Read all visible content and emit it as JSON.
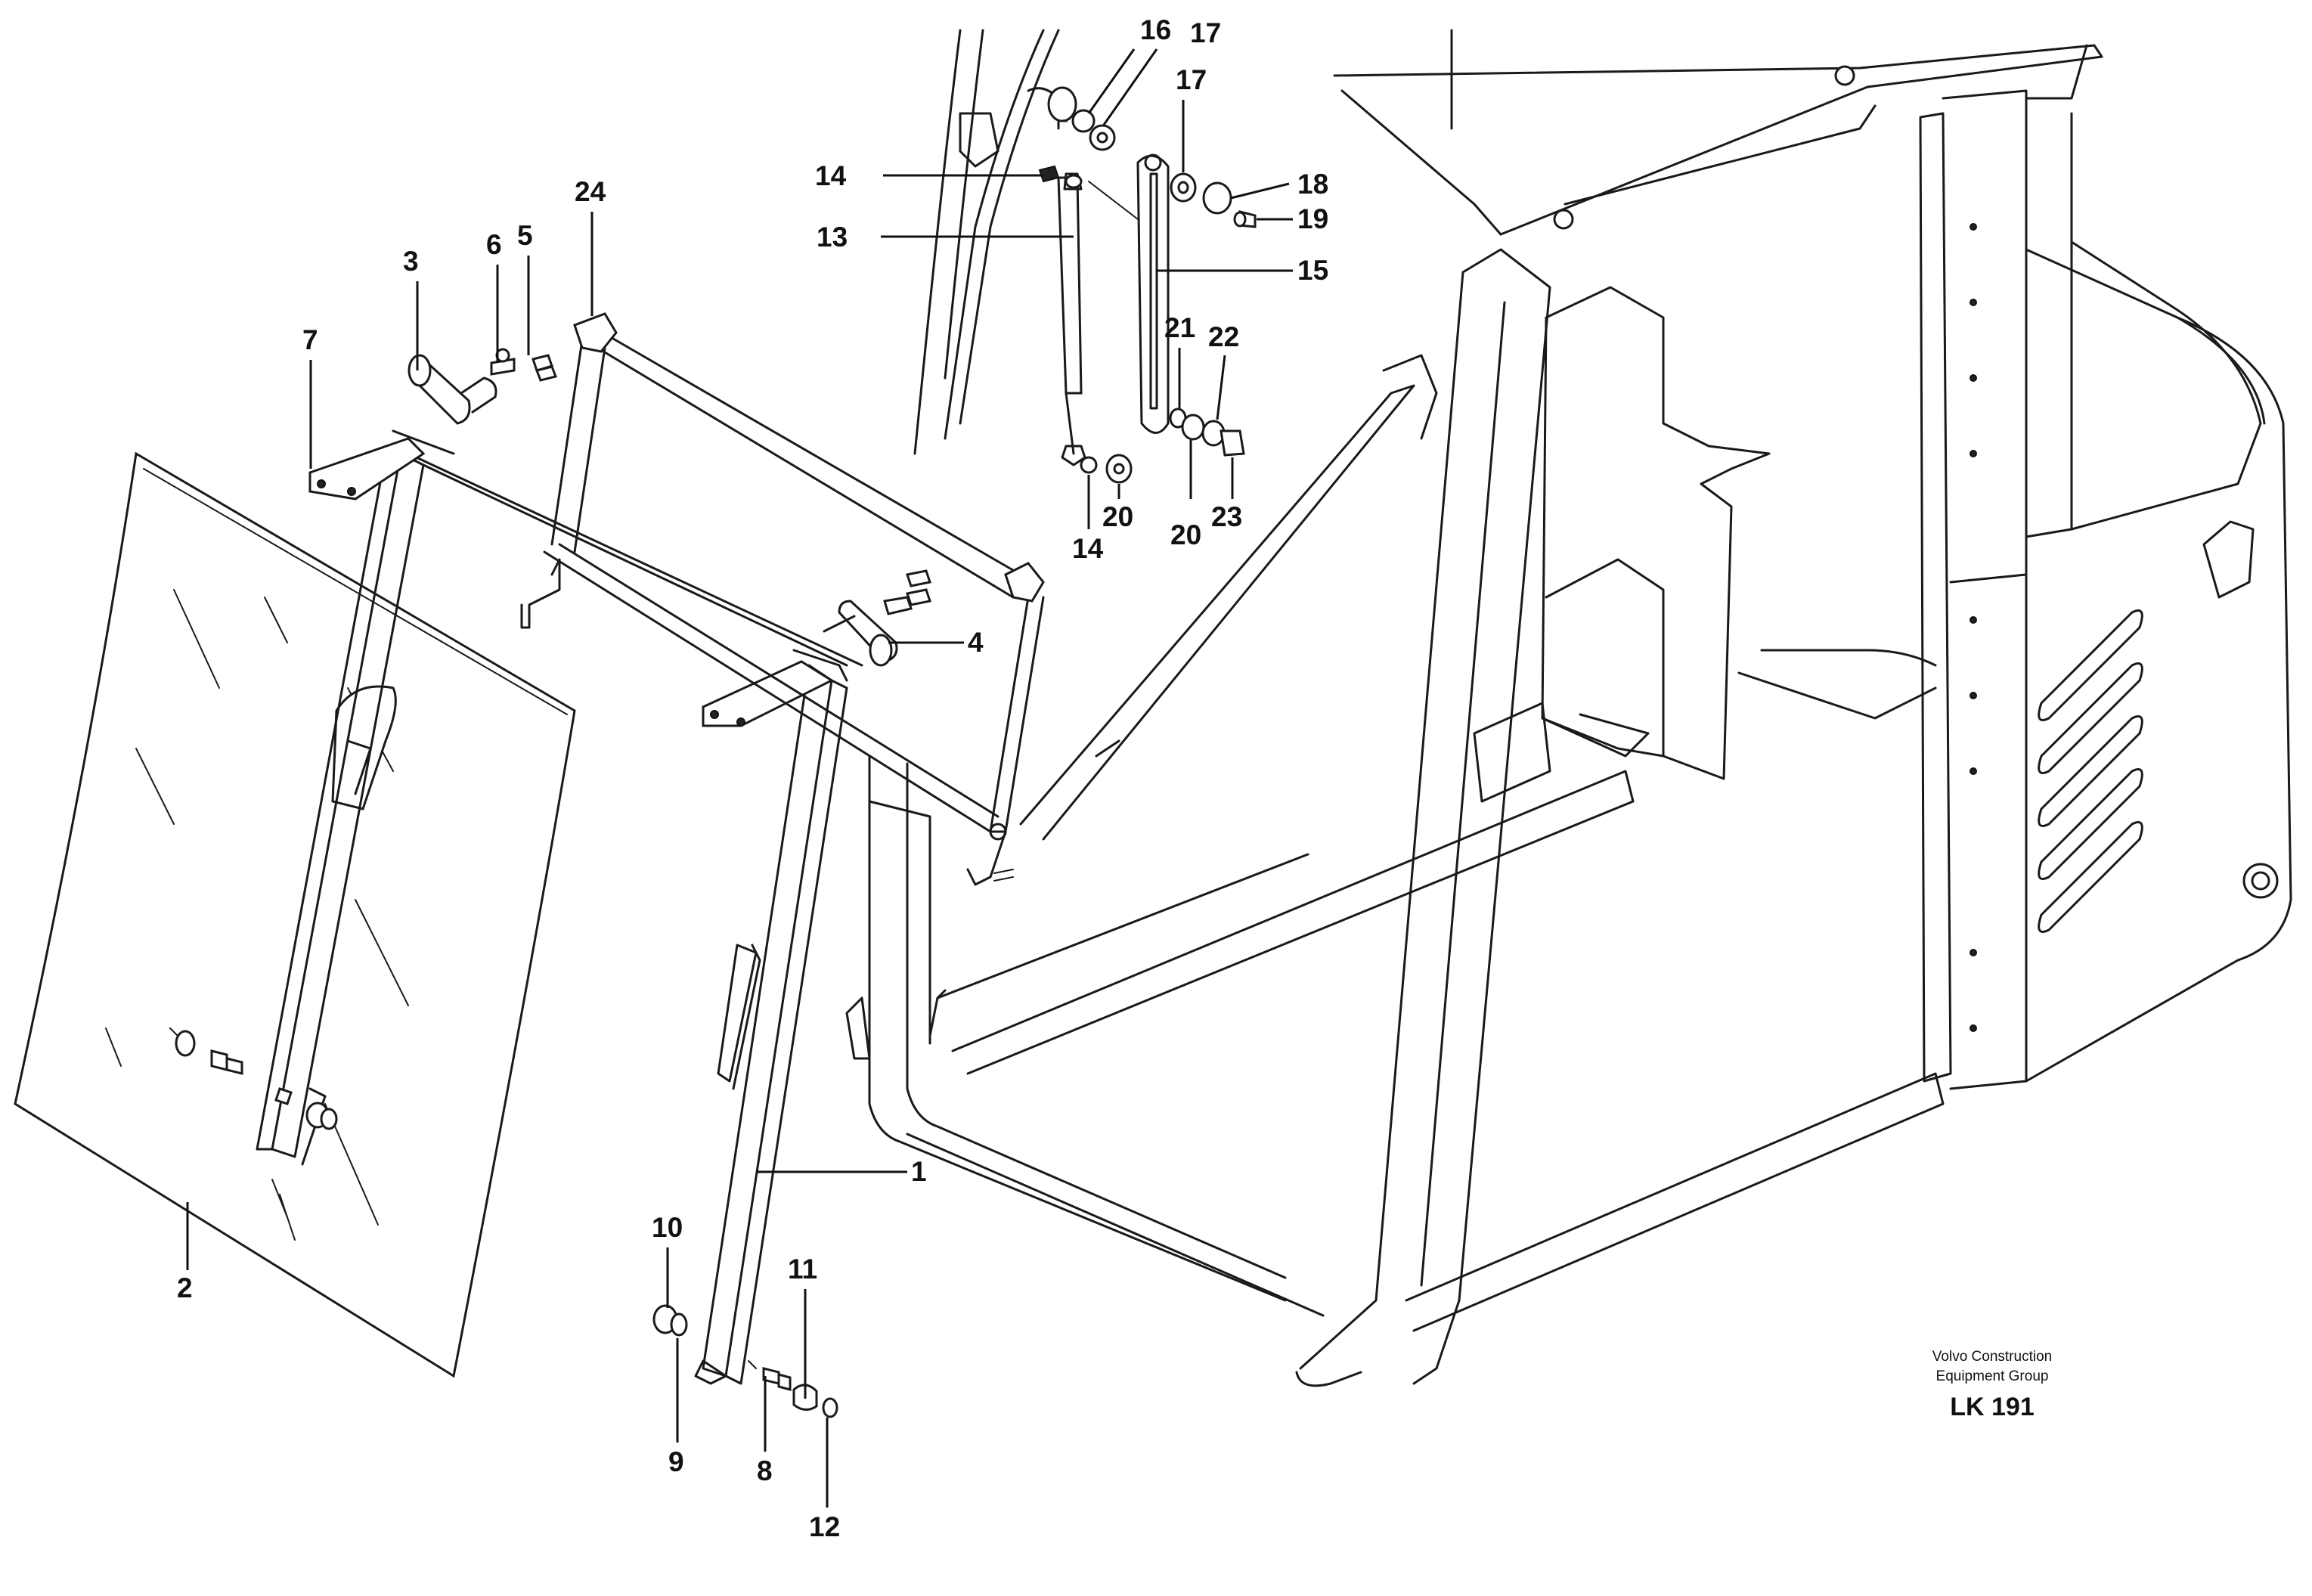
{
  "labels": {
    "p1": "1",
    "p2": "2",
    "p3": "3",
    "p4": "4",
    "p5": "5",
    "p6": "6",
    "p7": "7",
    "p8": "8",
    "p9": "9",
    "p10": "10",
    "p11": "11",
    "p12": "12",
    "p13": "13",
    "p14a": "14",
    "p14b": "14",
    "p15": "15",
    "p16": "16",
    "p17a": "17",
    "p17b": "17",
    "p18": "18",
    "p19": "19",
    "p20a": "20",
    "p20b": "20",
    "p21": "21",
    "p22": "22",
    "p23": "23",
    "p24": "24"
  },
  "credit": {
    "line1": "Volvo Construction",
    "line2": "Equipment Group",
    "code": "LK 191"
  }
}
